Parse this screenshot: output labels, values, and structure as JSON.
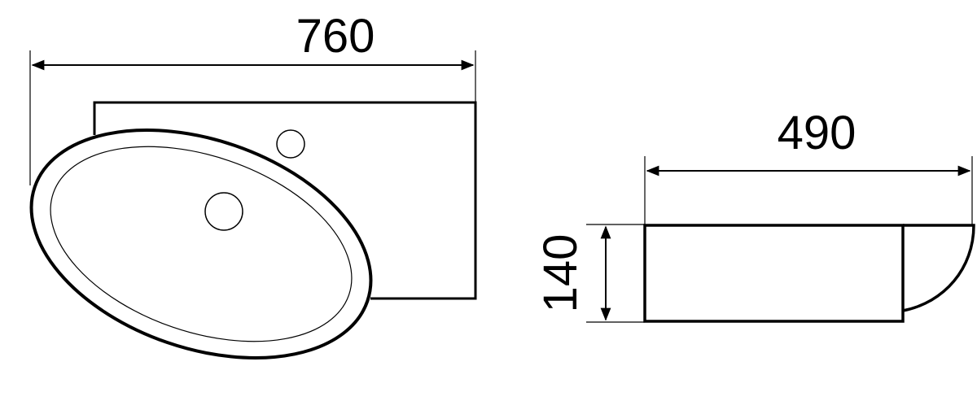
{
  "title": "",
  "dimensions": {
    "width_top": "760",
    "depth_side": "490",
    "height_side": "140"
  },
  "colors": {
    "line": "#000000",
    "background": "#ffffff"
  }
}
